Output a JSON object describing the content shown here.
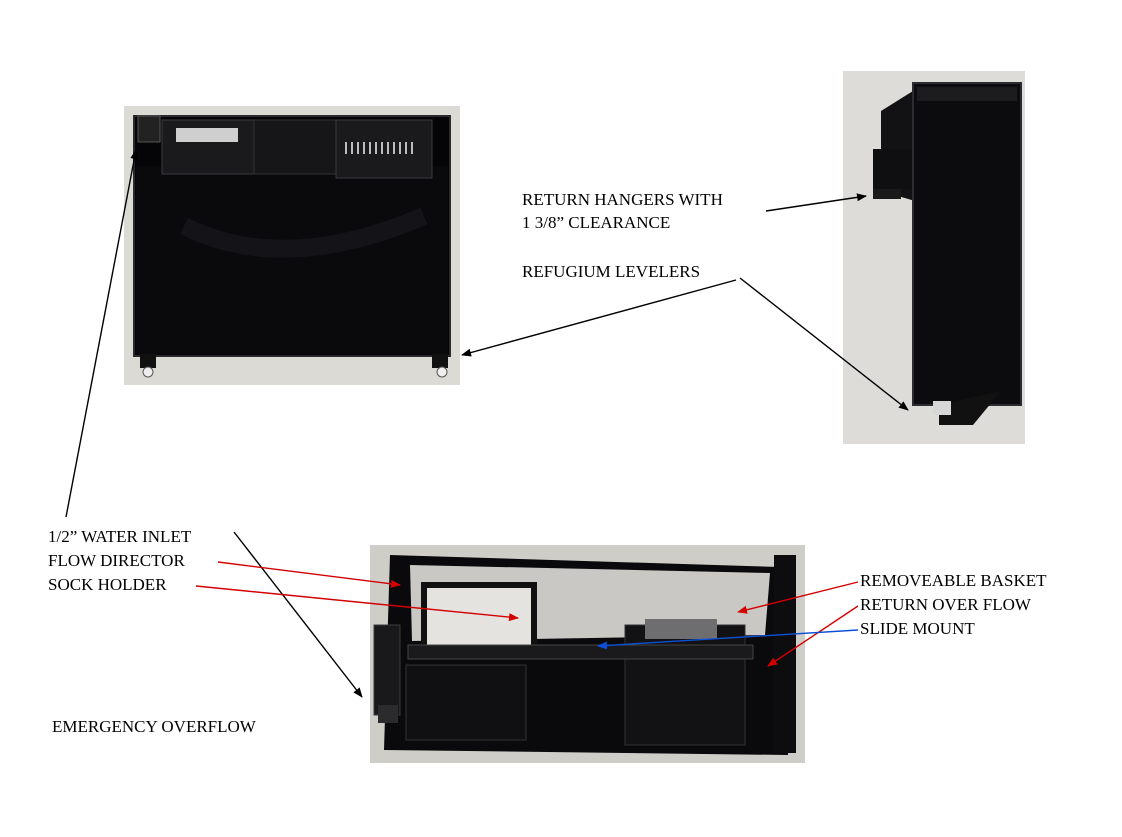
{
  "labels": {
    "return_hangers_line1": "RETURN HANGERS WITH",
    "return_hangers_line2": "1 3/8” CLEARANCE",
    "refugium_levelers": "REFUGIUM LEVELERS",
    "water_inlet": "1/2” WATER INLET",
    "flow_director": "FLOW DIRECTOR",
    "sock_holder": "SOCK HOLDER",
    "emergency_overflow": "EMERGENCY OVERFLOW",
    "removeable_basket": "REMOVEABLE BASKET",
    "return_over_flow": "RETURN OVER FLOW",
    "slide_mount": "SLIDE MOUNT"
  },
  "photos": {
    "top_view": "refugium-top-view-photo",
    "side_view": "refugium-side-view-photo",
    "interior_view": "refugium-interior-view-photo"
  },
  "colors": {
    "arrow_black": "#000000",
    "arrow_red": "#d40000",
    "arrow_blue": "#0a4fd8",
    "acrylic_black": "#0b0b0d",
    "photo_bg": "#d9d7d2"
  }
}
